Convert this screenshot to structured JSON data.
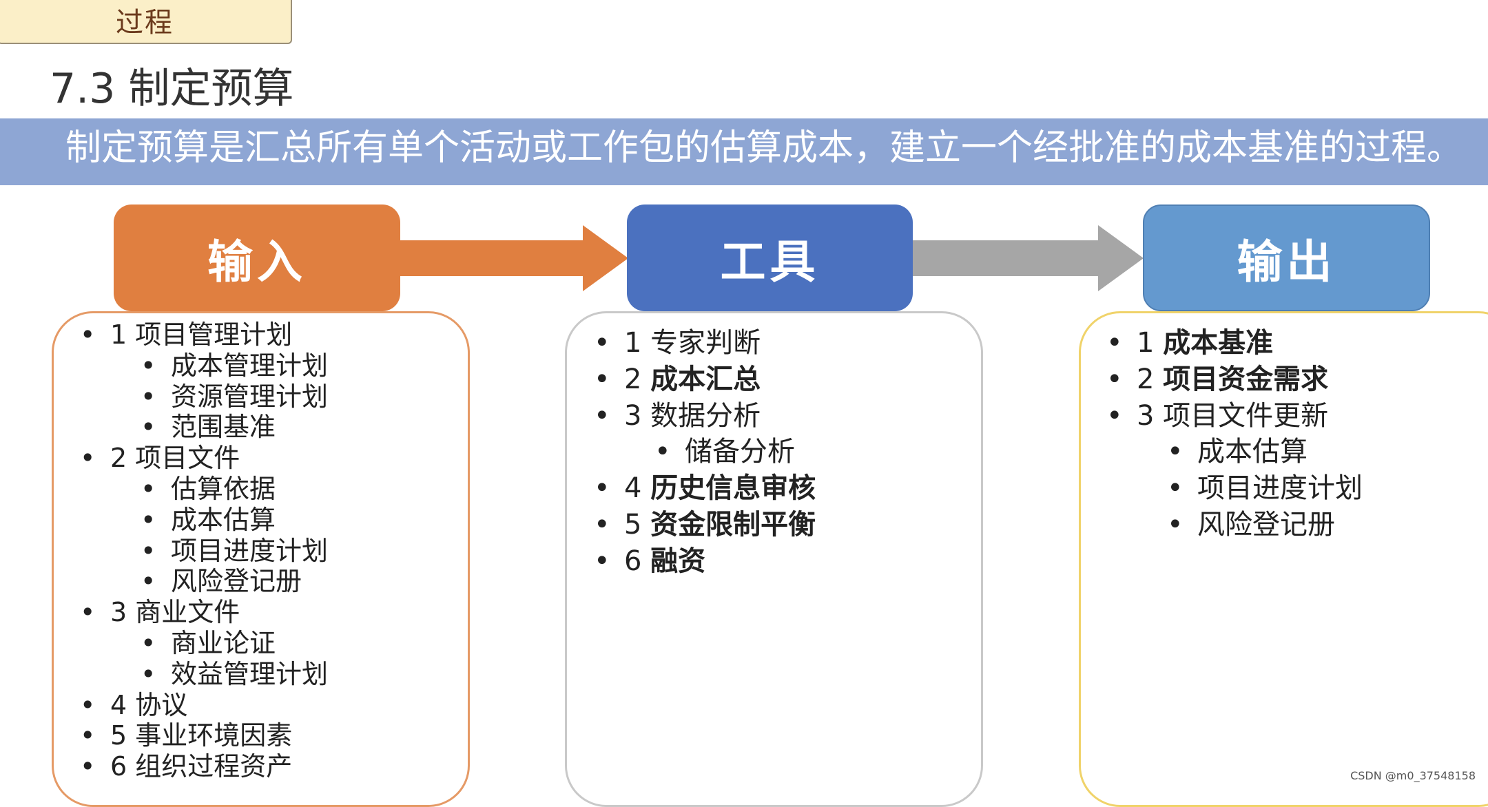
{
  "tab": {
    "label": "过程"
  },
  "heading": "7.3 制定预算",
  "banner": "制定预算是汇总所有单个活动或工作包的估算成本，建立一个经批准的成本基准的过程。",
  "colors": {
    "input": "#e07f40",
    "tool": "#4b71bf",
    "output": "#6499cf",
    "banner": "#8ea6d4",
    "arrow_gray": "#a6a6a6"
  },
  "columns": {
    "input": {
      "title": "输入",
      "items": [
        {
          "text": "1 项目管理计划",
          "level": 1,
          "bold": false
        },
        {
          "text": "成本管理计划",
          "level": 2,
          "bold": false
        },
        {
          "text": "资源管理计划",
          "level": 2,
          "bold": false
        },
        {
          "text": "范围基准",
          "level": 2,
          "bold": false
        },
        {
          "text": "2 项目文件",
          "level": 1,
          "bold": false
        },
        {
          "text": "估算依据",
          "level": 2,
          "bold": false
        },
        {
          "text": "成本估算",
          "level": 2,
          "bold": false
        },
        {
          "text": "项目进度计划",
          "level": 2,
          "bold": false
        },
        {
          "text": "风险登记册",
          "level": 2,
          "bold": false
        },
        {
          "text": "3 商业文件",
          "level": 1,
          "bold": false
        },
        {
          "text": "商业论证",
          "level": 2,
          "bold": false
        },
        {
          "text": "效益管理计划",
          "level": 2,
          "bold": false
        },
        {
          "text": "4 协议",
          "level": 1,
          "bold": false
        },
        {
          "text": "5 事业环境因素",
          "level": 1,
          "bold": false
        },
        {
          "text": "6 组织过程资产",
          "level": 1,
          "bold": false
        }
      ]
    },
    "tool": {
      "title": "工具",
      "items": [
        {
          "num": "1",
          "text": "专家判断",
          "level": 1,
          "bold": false
        },
        {
          "num": "2",
          "text": "成本汇总",
          "level": 1,
          "bold": true
        },
        {
          "num": "3",
          "text": "数据分析",
          "level": 1,
          "bold": false
        },
        {
          "num": "",
          "text": "储备分析",
          "level": 2,
          "bold": false
        },
        {
          "num": "4",
          "text": "历史信息审核",
          "level": 1,
          "bold": true
        },
        {
          "num": "5",
          "text": "资金限制平衡",
          "level": 1,
          "bold": true
        },
        {
          "num": "6",
          "text": "融资",
          "level": 1,
          "bold": true
        }
      ]
    },
    "output": {
      "title": "输出",
      "items": [
        {
          "num": "1",
          "text": "成本基准",
          "level": 1,
          "bold": true
        },
        {
          "num": "2",
          "text": "项目资金需求",
          "level": 1,
          "bold": true
        },
        {
          "num": "3",
          "text": "项目文件更新",
          "level": 1,
          "bold": false
        },
        {
          "num": "",
          "text": "成本估算",
          "level": 2,
          "bold": false
        },
        {
          "num": "",
          "text": "项目进度计划",
          "level": 2,
          "bold": false
        },
        {
          "num": "",
          "text": "风险登记册",
          "level": 2,
          "bold": false
        }
      ]
    }
  },
  "watermark": "CSDN @m0_37548158"
}
